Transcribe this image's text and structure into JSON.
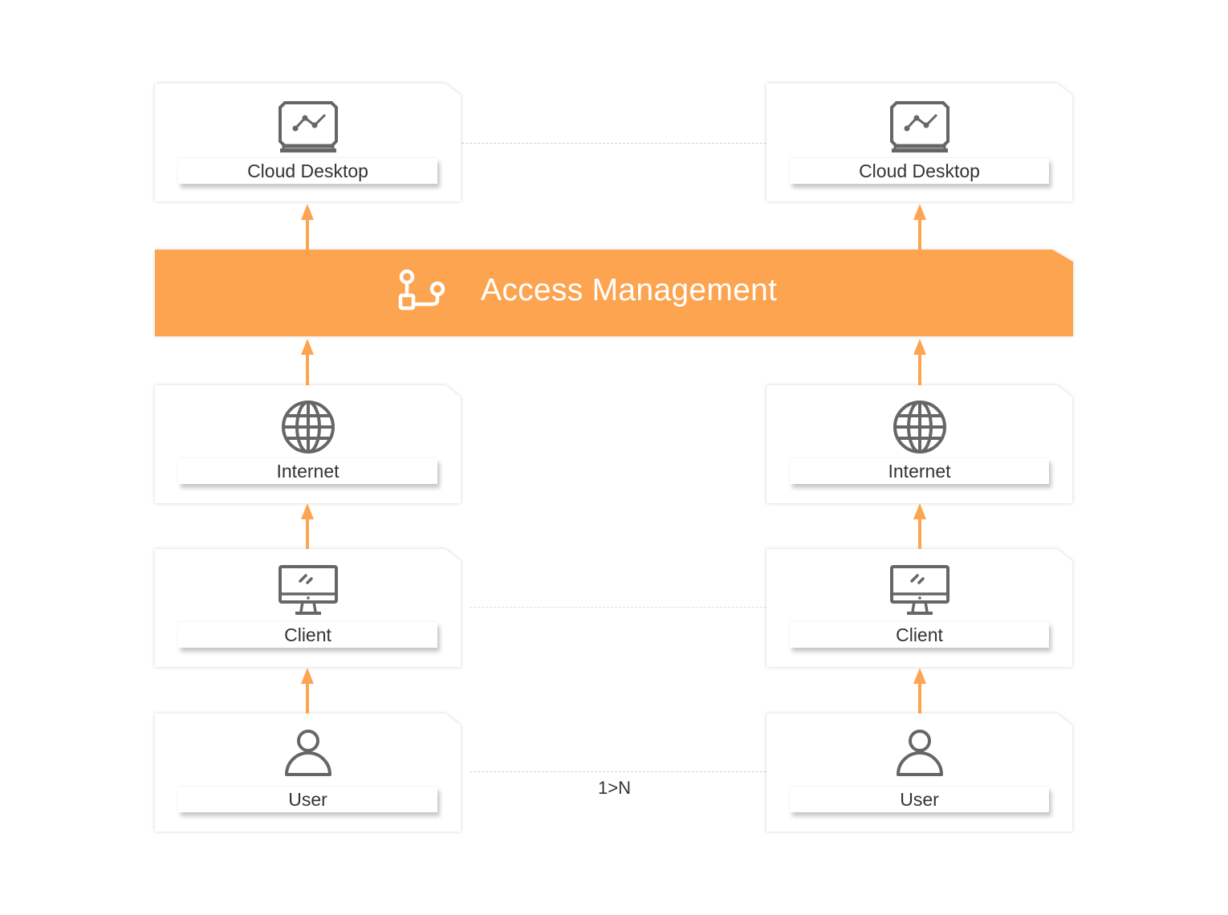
{
  "diagram": {
    "accent_color": "#fda451",
    "icon_color": "#666666",
    "access_management": {
      "title": "Access Management",
      "icon": "branch-flow-icon"
    },
    "columns": [
      {
        "name": "left",
        "nodes": [
          {
            "label": "Cloud Desktop",
            "icon": "cloud-desktop-monitor-icon"
          },
          {
            "label": "Internet",
            "icon": "globe-icon"
          },
          {
            "label": "Client",
            "icon": "desktop-computer-icon"
          },
          {
            "label": "User",
            "icon": "user-icon"
          }
        ]
      },
      {
        "name": "right",
        "nodes": [
          {
            "label": "Cloud Desktop",
            "icon": "cloud-desktop-monitor-icon"
          },
          {
            "label": "Internet",
            "icon": "globe-icon"
          },
          {
            "label": "Client",
            "icon": "desktop-computer-icon"
          },
          {
            "label": "User",
            "icon": "user-icon"
          }
        ]
      }
    ],
    "relation_label": "1>N"
  }
}
